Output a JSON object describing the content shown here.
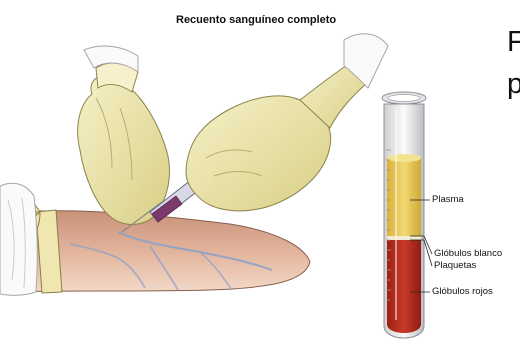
{
  "title": "Recuento sanguíneo completo",
  "labels": {
    "plasma": "Plasma",
    "white_cells": "Glóbulos blanco",
    "platelets": "Plaquetas",
    "red_cells": "Glóbulos rojos"
  },
  "side_text": {
    "line1": "F",
    "line2": "p"
  },
  "colors": {
    "plasma": "#e9c64a",
    "plasma_light": "#f3dc7a",
    "red_cells": "#b7281b",
    "glove": "#ece5a2",
    "skin": "#d9a98b",
    "syringe_blood": "#7a3a6b"
  }
}
